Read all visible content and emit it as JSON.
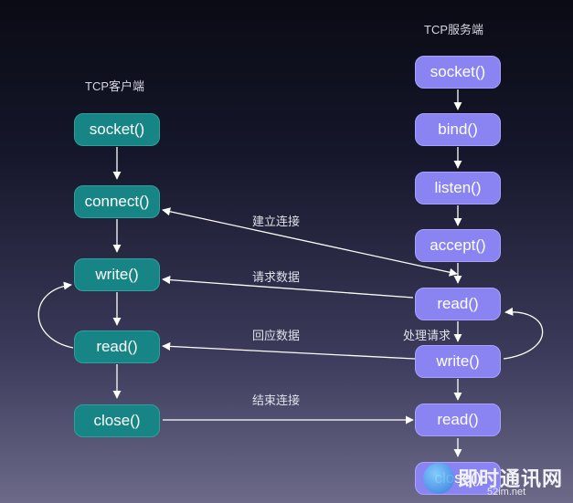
{
  "client": {
    "title": "TCP客户端",
    "steps": [
      "socket()",
      "connect()",
      "write()",
      "read()",
      "close()"
    ]
  },
  "server": {
    "title": "TCP服务端",
    "steps": [
      "socket()",
      "bind()",
      "listen()",
      "accept()",
      "read()",
      "write()",
      "read()",
      "close()"
    ]
  },
  "messages": {
    "connect": "建立连接",
    "request": "请求数据",
    "response": "回应数据",
    "process": "处理请求",
    "close": "结束连接"
  },
  "watermark": {
    "text": "即时通讯网",
    "url": "52im.net"
  },
  "colors": {
    "client_box": "#178585",
    "server_box": "#8a84f2",
    "arrow": "#ffffff"
  }
}
